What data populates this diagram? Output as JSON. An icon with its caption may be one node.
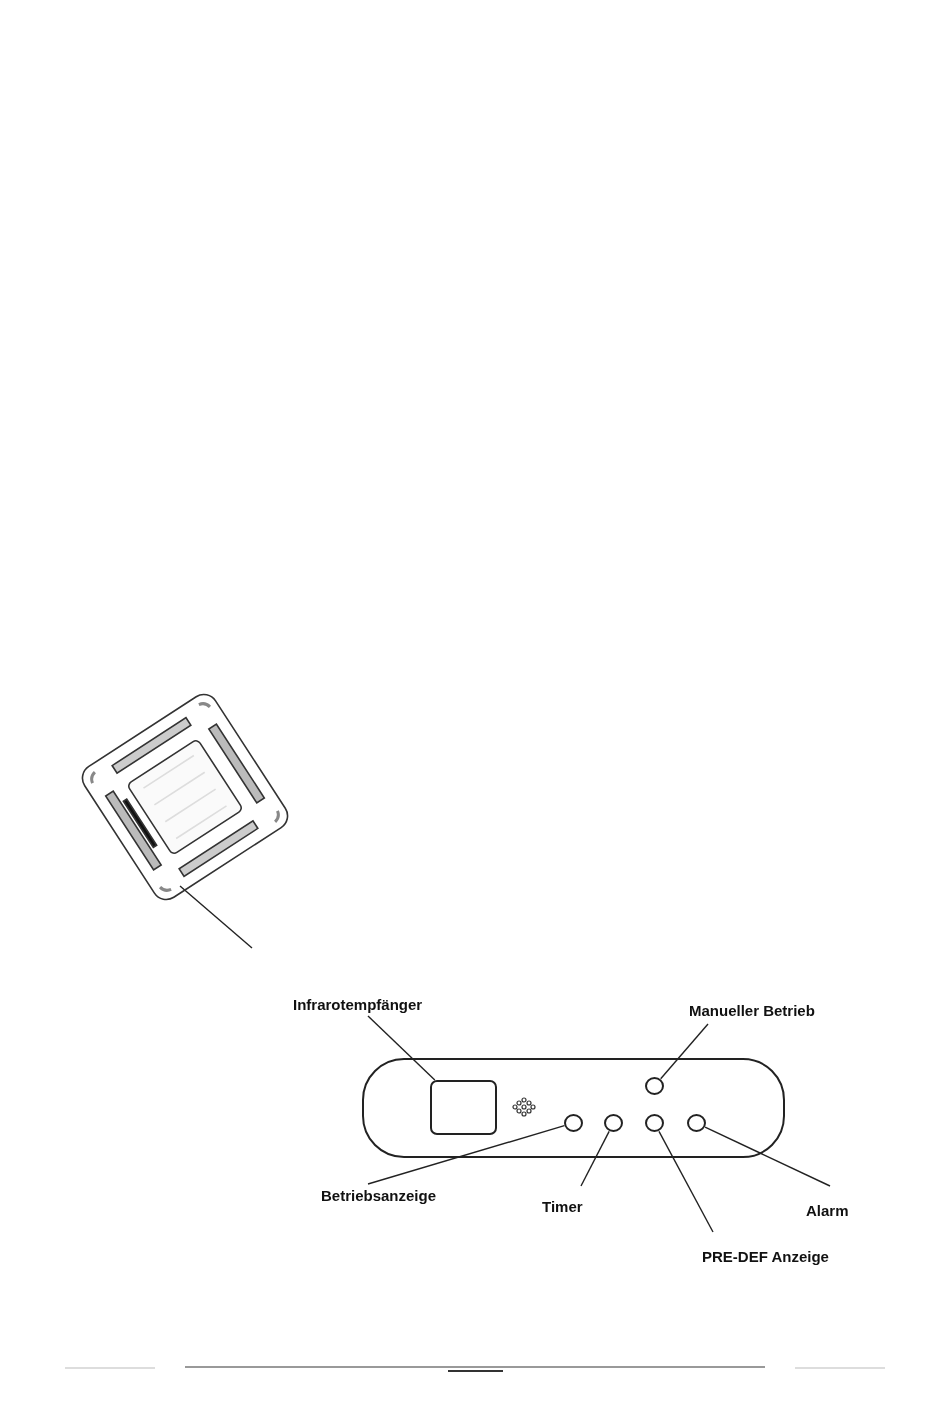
{
  "diagram": {
    "nodes": [
      {
        "text": [],
        "shape": "picture"
      },
      {
        "text": [],
        "shape": "box"
      },
      {
        "text": [],
        "shape": "box",
        "in": 1
      },
      {
        "text": [],
        "shape": "circle",
        "in": 1
      },
      {
        "text": [],
        "shape": "circle",
        "in": 1
      },
      {
        "text": [],
        "shape": "circle",
        "in": 1
      },
      {
        "text": [],
        "shape": "circle",
        "in": 1
      },
      {
        "text": [],
        "shape": "circle",
        "in": 1
      },
      {
        "text": [
          "Infrarotempfänger"
        ]
      },
      {
        "text": [
          "Manueller Betrieb"
        ]
      },
      {
        "text": [
          "Betriebsanzeige"
        ]
      },
      {
        "text": [
          "Timer"
        ]
      },
      {
        "text": [
          "Alarm"
        ]
      },
      {
        "text": [
          "PRE-DEF Anzeige"
        ]
      }
    ],
    "edges": [
      {
        "from": 0,
        "to": null,
        "arrow": "none"
      },
      {
        "from": 8,
        "to": 2,
        "arrow": "none"
      },
      {
        "from": 9,
        "to": 3,
        "arrow": "none"
      },
      {
        "from": 10,
        "to": 4,
        "arrow": "none"
      },
      {
        "from": 11,
        "to": 5,
        "arrow": "none"
      },
      {
        "from": 13,
        "to": 6,
        "arrow": "none"
      },
      {
        "from": 12,
        "to": 7,
        "arrow": "none"
      }
    ]
  }
}
